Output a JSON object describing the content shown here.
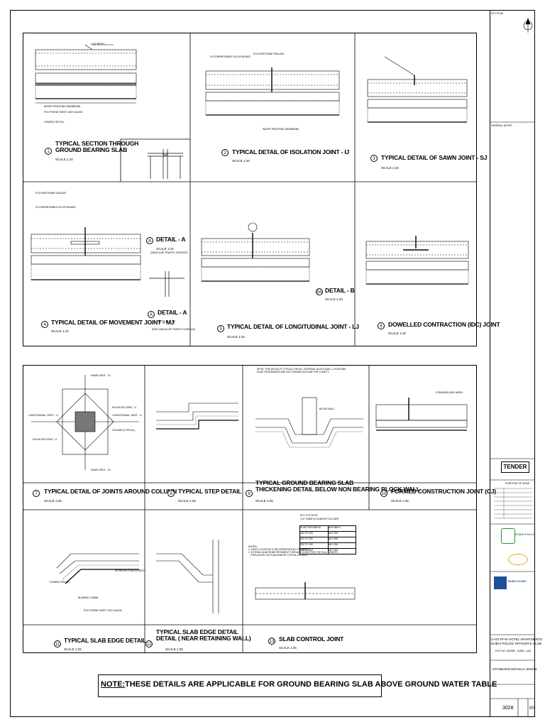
{
  "details_top": [
    {
      "num": "1",
      "title": "TYPICAL SECTION THROUGH\nGROUND BEARING SLAB",
      "scale": "SCALE 1:10"
    },
    {
      "num": "2",
      "title": "TYPICAL DETAIL OF ISOLATION JOINT - IJ",
      "scale": "SCALE 1:10"
    },
    {
      "num": "3",
      "title": "TYPICAL DETAIL OF SAWN JOINT - SJ",
      "scale": "SCALE 1:10"
    },
    {
      "num": "4",
      "title": "TYPICAL DETAIL OF MOVEMENT JOINT - MJ",
      "scale": "SCALE 1:10"
    },
    {
      "num": "5",
      "title": "TYPICAL DETAIL OF LONGITUDINAL JOINT - LJ",
      "scale": "SCALE 1:10"
    },
    {
      "num": "6",
      "title": "DOWELLED CONTRACTION (IDC) JOINT",
      "scale": "SCALE 1:10"
    }
  ],
  "detail_a": {
    "num": "A",
    "title": "DETAIL - A",
    "scale": "SCALE 1:10",
    "sub": "(VANCULAR TRAFFIC SURFACE)"
  },
  "detail_a2": {
    "num": "A",
    "title": "DETAIL - A",
    "scale": "SCALE 1:10",
    "sub": "(NON VANCULAR TRAFFIC SURFACE)"
  },
  "detail_b": {
    "num": "5A",
    "title": "DETAIL - B",
    "scale": "SCALE 1:10"
  },
  "details_bottom": [
    {
      "num": "7",
      "title": "TYPICAL DETAIL OF JOINTS AROUND COLUMN",
      "scale": "SCALE 1:25"
    },
    {
      "num": "8",
      "title": "TYPICAL STEP DETAIL",
      "scale": "SCALE 1:25"
    },
    {
      "num": "9",
      "title": "TYPICAL GROUND BEARING SLAB\nTHICKENING DETAIL BELOW NON BEARING BLOCK WALL",
      "scale": "SCALE 1:25"
    },
    {
      "num": "10",
      "title": "FORMED CONSTRUCTION JOINT (CJ)",
      "scale": "SCALE 1:25"
    },
    {
      "num": "11",
      "title": "TYPICAL SLAB EDGE DETAIL",
      "scale": "SCALE 1:25"
    },
    {
      "num": "12",
      "title": "TYPICAL SLAB EDGE DETAIL\nDETAIL ( NEAR RETAINING WALL)",
      "scale": "SCALE 1:25"
    },
    {
      "num": "13",
      "title": "SLAB CONTROL JOINT",
      "scale": "SCALE 1:25"
    }
  ],
  "labels": {
    "a142_mesh": "A142 MESH",
    "water_proof": "WATER PROOFING MEMBRANE",
    "polythene": "POLYTHENE SHEET 1000 GAUGE",
    "compacted_fill": "COMPACTED FILL",
    "sealant": "POLYURETHANE SEALANT",
    "filler": "20 COMPRESSIBLE FILLER BOARD",
    "blinding": "BLINDING 100MM",
    "protection": "50 PROTECTION SCREED",
    "sawn_joint": "SAWN JOINT - SJ",
    "isolation_joint": "ISOLATION JOINT - IJ",
    "longitudinal_joint": "LONGITUDINAL JOINT - LJ",
    "column": "COLUMN (TYPICAL)",
    "block_wall": "BLOCK WALL",
    "standard_mesh": "STANDARD A252 MESH"
  },
  "slab_note": "NOTE: THIS DETAIL IS TYPICAL FOR ALL INTERNAL BLOCK WALL LOCATIONS.\nSLAB THICKENINGS ARE NOT SHOWN ON PLAN FOR CLARITY.",
  "key_cut": {
    "title": "KEY CUT NOTE",
    "sub": "CUT 10MM IN SLAB AS FOLLOWS:",
    "rows": [
      [
        "SLAB THICKNESS",
        "MAX BAYS"
      ],
      [
        "150 TO 200",
        "5M X 5M"
      ],
      [
        "200 TO 250",
        "5M X 5M"
      ],
      [
        "250 TO 300",
        "6M X 6M"
      ],
      [
        "300 TO 400",
        "6M X 6M"
      ]
    ]
  },
  "notes_13": "NOTES:\n1. JOINT LOCATION TO BE APPROVED BY ENGINEER\n2. EXTEND SLAB REINFORCEMENT THROUGH JOINT FOR THE FULL LENGTH\n   STIPULATED ON PLAN AND/OR TYPICAL DETAILS",
  "note_label": "NOTE:",
  "note_text": "THESE DETAILS  ARE APPLICABLE FOR GROUND BEARING SLAB ABOVE GROUND WATER TABLE",
  "title_block": {
    "key_plan": "KEY PLAN",
    "general_notes": "GENERAL NOTES",
    "tender": "TENDER",
    "purpose": "PURPOSE OF ISSUE",
    "client": "DUBAI POLICE",
    "consultant": "BURO KLING",
    "project": "G+5TYP+R HOTEL APARTMENTS\nDUBAI POLICE OFFICER'S CLUB",
    "plot": "PLOT NO. 3260900 - DUBAI - UAE",
    "drawing_title": "STANDARD DETAILS-JOINTS",
    "drawing_no": "3028",
    "rev": "00"
  },
  "colors": {
    "line": "#000000",
    "column_fill": "#777777",
    "logo_green": "#2f8f3a",
    "logo_red": "#d63b2f",
    "logo_blue": "#1f4e9a",
    "logo_orange": "#e8a020"
  }
}
